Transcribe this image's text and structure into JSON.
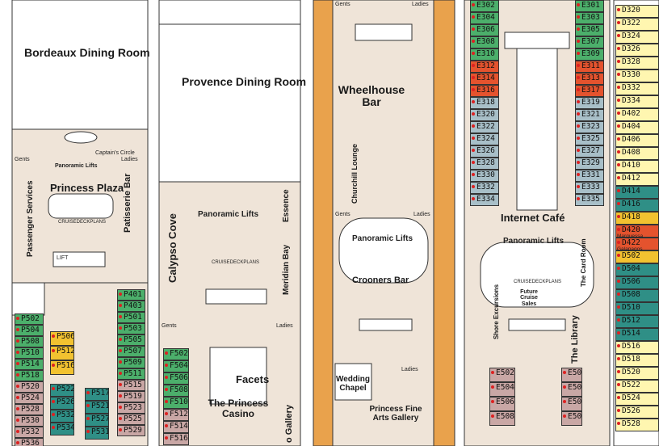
{
  "colors": {
    "floor": "#efe4d8",
    "deck_orange": "#e9a24c",
    "teal": "#2f8f86",
    "green": "#4caf6b",
    "gold": "#f2c230",
    "red": "#e4532e",
    "gray_blue": "#a8bfc8",
    "mauve": "#c9a7a5",
    "light_yellow": "#fff6b0"
  },
  "labels": {
    "bordeaux": "Bordeaux Dining Room",
    "gents": "Gents",
    "ladies": "Ladies",
    "captains_circle": "Captain's Circle",
    "panoramic_lifts": "Panoramic Lifts",
    "princess_plaza": "Princess Plaza",
    "cruisedeckplans": "CRUISEDECKPLANS",
    "passenger_services": "Passenger Services",
    "patisserie_bar": "Patisserie Bar",
    "lift": "LIFT",
    "provence": "Provence Dining Room",
    "calypso_cove": "Calypso Cove",
    "essence": "Essence",
    "meridian_bay": "Meridian Bay",
    "facets": "Facets",
    "princess_casino": "The Princess Casino",
    "gallery": "o Gallery",
    "wheelhouse_bar": "Wheelhouse Bar",
    "churchill_lounge": "Churchill Lounge",
    "crooners_bar": "Crooners Bar",
    "wedding_chapel": "Wedding Chapel",
    "fine_arts": "Princess Fine Arts Gallery",
    "internet_cafe": "Internet Café",
    "card_room": "The Card Room",
    "future_cruise_sales": "Future Cruise Sales",
    "shore_excursions": "Shore Excursions",
    "the_library": "The Library",
    "marquessa": "Marquessa",
    "galapagos": "Galapagos"
  },
  "cabins": {
    "col1": [
      {
        "n": "P502",
        "c": "green"
      },
      {
        "n": "P504",
        "c": "green"
      },
      {
        "n": "P508",
        "c": "green"
      },
      {
        "n": "P510",
        "c": "green"
      },
      {
        "n": "P514",
        "c": "green"
      },
      {
        "n": "P518",
        "c": "green"
      },
      {
        "n": "P520",
        "c": "mauve"
      },
      {
        "n": "P524",
        "c": "mauve"
      },
      {
        "n": "P528",
        "c": "mauve"
      },
      {
        "n": "P530",
        "c": "mauve"
      },
      {
        "n": "P532",
        "c": "mauve"
      },
      {
        "n": "P536",
        "c": "mauve"
      }
    ],
    "col2": [
      {
        "n": "P506",
        "c": "gold"
      },
      {
        "n": "P512",
        "c": "gold"
      },
      {
        "n": "P516",
        "c": "gold"
      }
    ],
    "col3": [
      {
        "n": "P522",
        "c": "teal"
      },
      {
        "n": "P526",
        "c": "teal"
      },
      {
        "n": "P532",
        "c": "teal"
      },
      {
        "n": "P534",
        "c": "teal"
      }
    ],
    "col4": [
      {
        "n": "P517",
        "c": "teal"
      },
      {
        "n": "P521",
        "c": "teal"
      },
      {
        "n": "P527",
        "c": "teal"
      },
      {
        "n": "P531",
        "c": "teal"
      }
    ],
    "col5": [
      {
        "n": "P401",
        "c": "green"
      },
      {
        "n": "P403",
        "c": "green"
      },
      {
        "n": "P501",
        "c": "green"
      },
      {
        "n": "P503",
        "c": "green"
      },
      {
        "n": "P505",
        "c": "green"
      },
      {
        "n": "P507",
        "c": "green"
      },
      {
        "n": "P509",
        "c": "green"
      },
      {
        "n": "P511",
        "c": "green"
      },
      {
        "n": "P515",
        "c": "mauve"
      },
      {
        "n": "P519",
        "c": "mauve"
      },
      {
        "n": "P523",
        "c": "mauve"
      },
      {
        "n": "P525",
        "c": "mauve"
      },
      {
        "n": "P529",
        "c": "mauve"
      }
    ],
    "col6": [
      {
        "n": "F502",
        "c": "green"
      },
      {
        "n": "F504",
        "c": "green"
      },
      {
        "n": "F506",
        "c": "green"
      },
      {
        "n": "F508",
        "c": "green"
      },
      {
        "n": "F510",
        "c": "green"
      },
      {
        "n": "F512",
        "c": "mauve"
      },
      {
        "n": "F514",
        "c": "mauve"
      },
      {
        "n": "F516",
        "c": "mauve"
      }
    ],
    "col7": [
      {
        "n": "E302",
        "c": "green"
      },
      {
        "n": "E304",
        "c": "green"
      },
      {
        "n": "E306",
        "c": "green"
      },
      {
        "n": "E308",
        "c": "green"
      },
      {
        "n": "E310",
        "c": "green"
      },
      {
        "n": "E312",
        "c": "red"
      },
      {
        "n": "E314",
        "c": "red"
      },
      {
        "n": "E316",
        "c": "red"
      },
      {
        "n": "E318",
        "c": "gray_blue"
      },
      {
        "n": "E320",
        "c": "gray_blue"
      },
      {
        "n": "E322",
        "c": "gray_blue"
      },
      {
        "n": "E324",
        "c": "gray_blue"
      },
      {
        "n": "E326",
        "c": "gray_blue"
      },
      {
        "n": "E328",
        "c": "gray_blue"
      },
      {
        "n": "E330",
        "c": "gray_blue"
      },
      {
        "n": "E332",
        "c": "gray_blue"
      },
      {
        "n": "E334",
        "c": "gray_blue"
      }
    ],
    "col8": [
      {
        "n": "E301",
        "c": "green"
      },
      {
        "n": "E303",
        "c": "green"
      },
      {
        "n": "E305",
        "c": "green"
      },
      {
        "n": "E307",
        "c": "green"
      },
      {
        "n": "E309",
        "c": "green"
      },
      {
        "n": "E311",
        "c": "red"
      },
      {
        "n": "E313",
        "c": "red"
      },
      {
        "n": "E317",
        "c": "red"
      },
      {
        "n": "E319",
        "c": "gray_blue"
      },
      {
        "n": "E321",
        "c": "gray_blue"
      },
      {
        "n": "E323",
        "c": "gray_blue"
      },
      {
        "n": "E325",
        "c": "gray_blue"
      },
      {
        "n": "E327",
        "c": "gray_blue"
      },
      {
        "n": "E329",
        "c": "gray_blue"
      },
      {
        "n": "E331",
        "c": "gray_blue"
      },
      {
        "n": "E333",
        "c": "gray_blue"
      },
      {
        "n": "E335",
        "c": "gray_blue"
      }
    ],
    "col9": [
      {
        "n": "E502",
        "c": "mauve"
      },
      {
        "n": "E504",
        "c": "mauve"
      },
      {
        "n": "E506",
        "c": "mauve"
      },
      {
        "n": "E508",
        "c": "mauve"
      }
    ],
    "col10": [
      {
        "n": "E50",
        "c": "mauve"
      },
      {
        "n": "E50",
        "c": "mauve"
      },
      {
        "n": "E50",
        "c": "mauve"
      },
      {
        "n": "E50",
        "c": "mauve"
      }
    ],
    "col11": [
      {
        "n": "D320",
        "c": "light_yellow"
      },
      {
        "n": "D322",
        "c": "light_yellow"
      },
      {
        "n": "D324",
        "c": "light_yellow"
      },
      {
        "n": "D326",
        "c": "light_yellow"
      },
      {
        "n": "D328",
        "c": "light_yellow"
      },
      {
        "n": "D330",
        "c": "light_yellow"
      },
      {
        "n": "D332",
        "c": "light_yellow"
      },
      {
        "n": "D334",
        "c": "light_yellow"
      },
      {
        "n": "D402",
        "c": "light_yellow"
      },
      {
        "n": "D404",
        "c": "light_yellow"
      },
      {
        "n": "D406",
        "c": "light_yellow"
      },
      {
        "n": "D408",
        "c": "light_yellow"
      },
      {
        "n": "D410",
        "c": "light_yellow"
      },
      {
        "n": "D412",
        "c": "light_yellow"
      },
      {
        "n": "D414",
        "c": "teal"
      },
      {
        "n": "D416",
        "c": "teal"
      },
      {
        "n": "D418",
        "c": "gold"
      },
      {
        "n": "D420",
        "c": "red"
      },
      {
        "n": "D422",
        "c": "red"
      },
      {
        "n": "D502",
        "c": "gold"
      },
      {
        "n": "D504",
        "c": "teal"
      },
      {
        "n": "D506",
        "c": "teal"
      },
      {
        "n": "D508",
        "c": "teal"
      },
      {
        "n": "D510",
        "c": "teal"
      },
      {
        "n": "D512",
        "c": "teal"
      },
      {
        "n": "D514",
        "c": "teal"
      },
      {
        "n": "D516",
        "c": "light_yellow"
      },
      {
        "n": "D518",
        "c": "light_yellow"
      },
      {
        "n": "D520",
        "c": "light_yellow"
      },
      {
        "n": "D522",
        "c": "light_yellow"
      },
      {
        "n": "D524",
        "c": "light_yellow"
      },
      {
        "n": "D526",
        "c": "light_yellow"
      },
      {
        "n": "D528",
        "c": "light_yellow"
      }
    ]
  }
}
